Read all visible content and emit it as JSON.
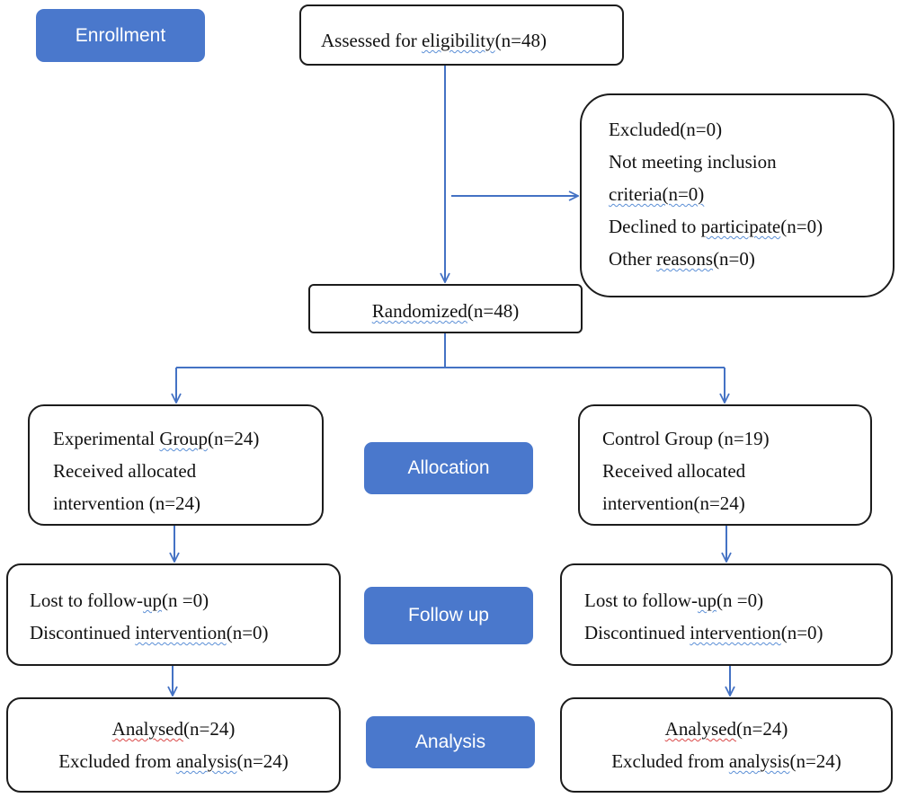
{
  "colors": {
    "stage_fill": "#4a78cc",
    "arrow": "#4472c4",
    "box_border": "#1c1c1c"
  },
  "stages": {
    "enrollment": "Enrollment",
    "allocation": "Allocation",
    "follow_up": "Follow up",
    "analysis": "Analysis"
  },
  "assessed": {
    "pre": "Assessed for ",
    "flag": "eligibility",
    "post": "(n=48)"
  },
  "excluded": {
    "title": "Excluded(n=0)",
    "line1": "Not meeting inclusion",
    "line2": "criteria(n=0)",
    "line3_pre": "Declined to ",
    "line3_flag": "participate",
    "line3_post": "(n=0)",
    "line4_pre": "Other ",
    "line4_flag": "reasons",
    "line4_post": "(n=0)"
  },
  "randomized": {
    "flag": "Randomized",
    "post": "(n=48)"
  },
  "experimental": {
    "line1_pre": "Experimental ",
    "line1_flag": "Group",
    "line1_post": "(n=24)",
    "line2": "Received allocated",
    "line3": "intervention (n=24)"
  },
  "control": {
    "line1": "Control Group (n=19)",
    "line2": "Received allocated",
    "line3": "intervention(n=24)"
  },
  "followup_left": {
    "line1_pre": "Lost to follow-",
    "line1_flag": "up",
    "line1_post": "(n =0)",
    "line2_pre": "Discontinued ",
    "line2_flag": "intervention",
    "line2_post": "(n=0)"
  },
  "followup_right": {
    "line1_pre": "Lost to follow-",
    "line1_flag": "up",
    "line1_post": "(n =0)",
    "line2_pre": "Discontinued ",
    "line2_flag": "intervention",
    "line2_post": "(n=0)"
  },
  "analysis_left": {
    "line1_flag": "Analysed",
    "line1_post": "(n=24)",
    "line2_pre": "Excluded from ",
    "line2_flag": "analysis",
    "line2_post": "(n=24)"
  },
  "analysis_right": {
    "line1_flag": "Analysed",
    "line1_post": "(n=24)",
    "line2_pre": "Excluded from ",
    "line2_flag": "analysis",
    "line2_post": "(n=24)"
  }
}
